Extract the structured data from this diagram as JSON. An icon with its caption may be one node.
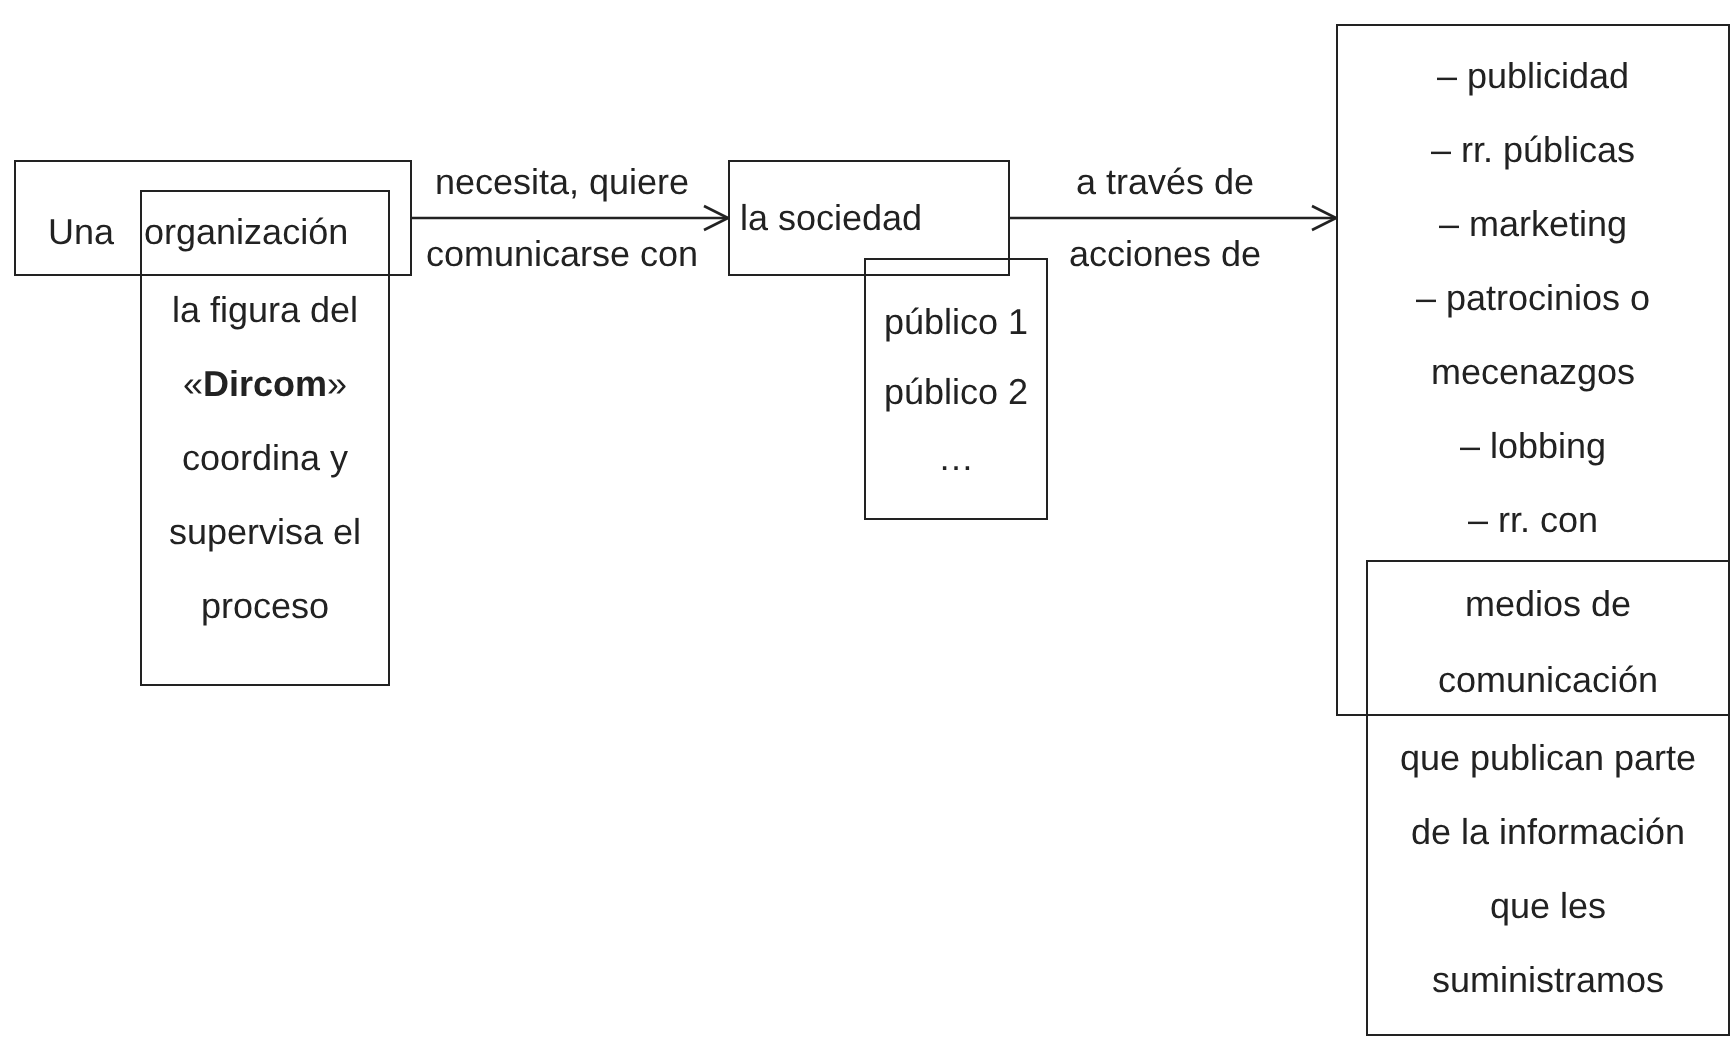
{
  "diagram": {
    "nodes": [
      {
        "text": [
          "Una organización"
        ]
      },
      {
        "text": [
          "la figura del «**Dircom**» coordina y supervisa el proceso"
        ]
      },
      {
        "text": [
          "la sociedad"
        ]
      },
      {
        "text": [
          "público 1",
          "público 2",
          "…"
        ]
      },
      {
        "text": [
          "– publicidad",
          "– rr. públicas",
          "– marketing",
          "– patrocinios o mecenazgos",
          "– lobbing",
          "– rr. con"
        ]
      },
      {
        "text": [
          "medios de comunicación",
          "que publican parte de la información que les suministramos"
        ]
      }
    ],
    "edges": [
      {
        "from": 0,
        "to": 2,
        "arrow": "to",
        "label": "necesita, quiere comunicarse con"
      },
      {
        "from": 2,
        "to": 4,
        "arrow": "to",
        "label": "a través de acciones de"
      }
    ]
  }
}
